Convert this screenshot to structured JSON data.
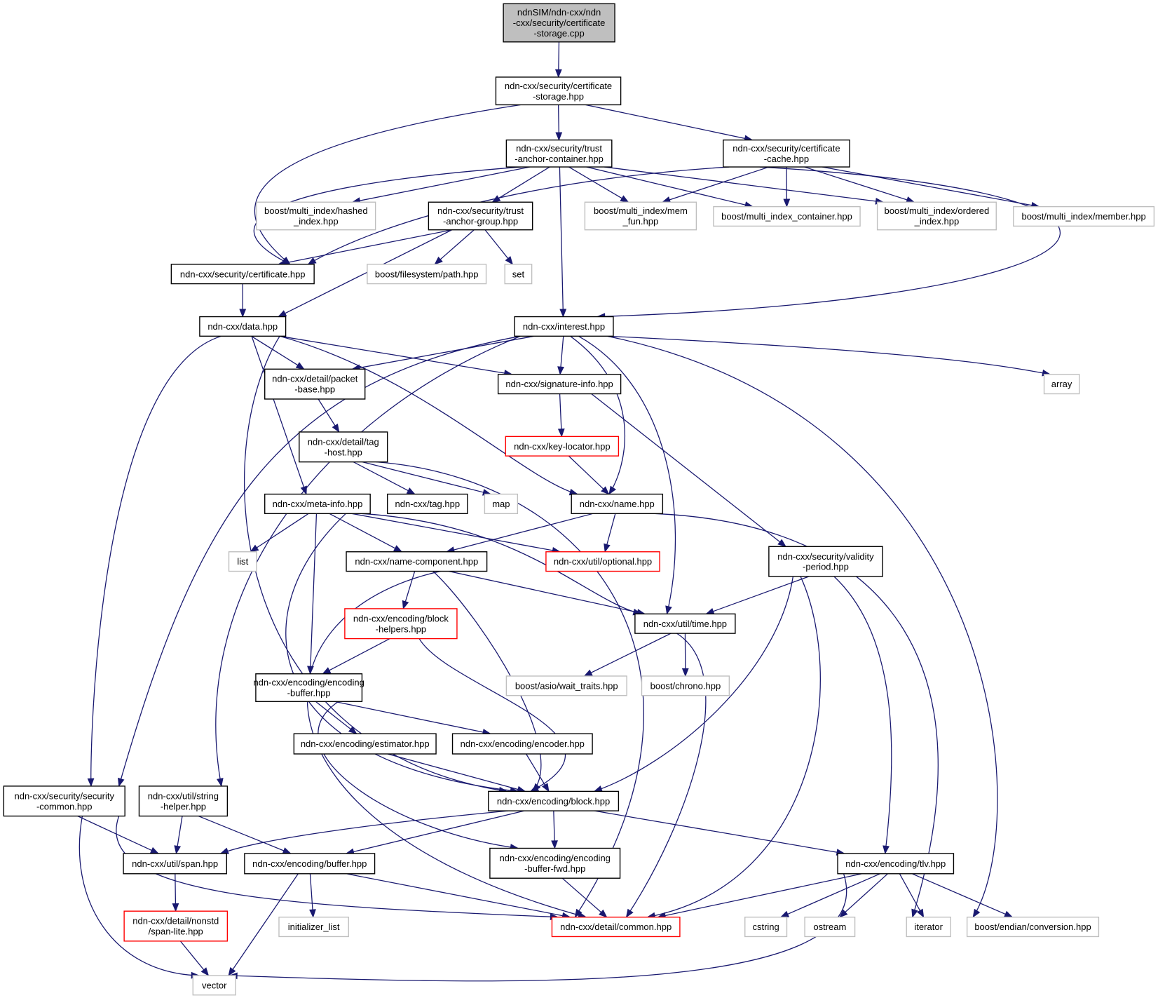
{
  "graph": {
    "kind": "include-dependency-graph",
    "colors": {
      "edge": "#191970",
      "root_fill": "#bfbfbf",
      "root_border": "#000000",
      "documented_border": "#000000",
      "truncated_border": "#ff0000",
      "external_border": "#bfbfbf",
      "node_fill": "#ffffff"
    },
    "nodes": [
      {
        "id": "root",
        "lines": [
          "ndnSIM/ndn-cxx/ndn",
          "-cxx/security/certificate",
          "-storage.cpp"
        ],
        "style": "root"
      },
      {
        "id": "cert_storage_hpp",
        "lines": [
          "ndn-cxx/security/certificate",
          "-storage.hpp"
        ],
        "style": "documented"
      },
      {
        "id": "trust_anchor_container",
        "lines": [
          "ndn-cxx/security/trust",
          "-anchor-container.hpp"
        ],
        "style": "documented"
      },
      {
        "id": "cert_cache",
        "lines": [
          "ndn-cxx/security/certificate",
          "-cache.hpp"
        ],
        "style": "documented"
      },
      {
        "id": "mi_hashed_index",
        "lines": [
          "boost/multi_index/hashed",
          "_index.hpp"
        ],
        "style": "external"
      },
      {
        "id": "trust_anchor_group",
        "lines": [
          "ndn-cxx/security/trust",
          "-anchor-group.hpp"
        ],
        "style": "documented"
      },
      {
        "id": "mi_mem_fun",
        "lines": [
          "boost/multi_index/mem",
          "_fun.hpp"
        ],
        "style": "external"
      },
      {
        "id": "mi_container",
        "lines": [
          "boost/multi_index_container.hpp"
        ],
        "style": "external"
      },
      {
        "id": "mi_ordered_index",
        "lines": [
          "boost/multi_index/ordered",
          "_index.hpp"
        ],
        "style": "external"
      },
      {
        "id": "mi_member",
        "lines": [
          "boost/multi_index/member.hpp"
        ],
        "style": "external"
      },
      {
        "id": "certificate",
        "lines": [
          "ndn-cxx/security/certificate.hpp"
        ],
        "style": "documented"
      },
      {
        "id": "fs_path",
        "lines": [
          "boost/filesystem/path.hpp"
        ],
        "style": "external"
      },
      {
        "id": "set",
        "lines": [
          "set"
        ],
        "style": "external"
      },
      {
        "id": "data",
        "lines": [
          "ndn-cxx/data.hpp"
        ],
        "style": "documented"
      },
      {
        "id": "interest",
        "lines": [
          "ndn-cxx/interest.hpp"
        ],
        "style": "documented"
      },
      {
        "id": "array",
        "lines": [
          "array"
        ],
        "style": "external"
      },
      {
        "id": "packet_base",
        "lines": [
          "ndn-cxx/detail/packet",
          "-base.hpp"
        ],
        "style": "documented"
      },
      {
        "id": "signature_info",
        "lines": [
          "ndn-cxx/signature-info.hpp"
        ],
        "style": "documented"
      },
      {
        "id": "tag_host",
        "lines": [
          "ndn-cxx/detail/tag",
          "-host.hpp"
        ],
        "style": "documented"
      },
      {
        "id": "key_locator",
        "lines": [
          "ndn-cxx/key-locator.hpp"
        ],
        "style": "truncated"
      },
      {
        "id": "meta_info",
        "lines": [
          "ndn-cxx/meta-info.hpp"
        ],
        "style": "documented"
      },
      {
        "id": "tag",
        "lines": [
          "ndn-cxx/tag.hpp"
        ],
        "style": "documented"
      },
      {
        "id": "map",
        "lines": [
          "map"
        ],
        "style": "external"
      },
      {
        "id": "name",
        "lines": [
          "ndn-cxx/name.hpp"
        ],
        "style": "documented"
      },
      {
        "id": "list",
        "lines": [
          "list"
        ],
        "style": "external"
      },
      {
        "id": "name_component",
        "lines": [
          "ndn-cxx/name-component.hpp"
        ],
        "style": "documented"
      },
      {
        "id": "optional",
        "lines": [
          "ndn-cxx/util/optional.hpp"
        ],
        "style": "truncated"
      },
      {
        "id": "validity_period",
        "lines": [
          "ndn-cxx/security/validity",
          "-period.hpp"
        ],
        "style": "documented"
      },
      {
        "id": "block_helpers",
        "lines": [
          "ndn-cxx/encoding/block",
          "-helpers.hpp"
        ],
        "style": "truncated"
      },
      {
        "id": "time",
        "lines": [
          "ndn-cxx/util/time.hpp"
        ],
        "style": "documented"
      },
      {
        "id": "wait_traits",
        "lines": [
          "boost/asio/wait_traits.hpp"
        ],
        "style": "external"
      },
      {
        "id": "chrono",
        "lines": [
          "boost/chrono.hpp"
        ],
        "style": "external"
      },
      {
        "id": "encoding_buffer",
        "lines": [
          "ndn-cxx/encoding/encoding",
          "-buffer.hpp"
        ],
        "style": "documented"
      },
      {
        "id": "estimator",
        "lines": [
          "ndn-cxx/encoding/estimator.hpp"
        ],
        "style": "documented"
      },
      {
        "id": "encoder",
        "lines": [
          "ndn-cxx/encoding/encoder.hpp"
        ],
        "style": "documented"
      },
      {
        "id": "security_common",
        "lines": [
          "ndn-cxx/security/security",
          "-common.hpp"
        ],
        "style": "documented"
      },
      {
        "id": "string_helper",
        "lines": [
          "ndn-cxx/util/string",
          "-helper.hpp"
        ],
        "style": "documented"
      },
      {
        "id": "block",
        "lines": [
          "ndn-cxx/encoding/block.hpp"
        ],
        "style": "documented"
      },
      {
        "id": "span",
        "lines": [
          "ndn-cxx/util/span.hpp"
        ],
        "style": "documented"
      },
      {
        "id": "buffer",
        "lines": [
          "ndn-cxx/encoding/buffer.hpp"
        ],
        "style": "documented"
      },
      {
        "id": "encoding_buffer_fwd",
        "lines": [
          "ndn-cxx/encoding/encoding",
          "-buffer-fwd.hpp"
        ],
        "style": "documented"
      },
      {
        "id": "tlv",
        "lines": [
          "ndn-cxx/encoding/tlv.hpp"
        ],
        "style": "documented"
      },
      {
        "id": "span_lite",
        "lines": [
          "ndn-cxx/detail/nonstd",
          "/span-lite.hpp"
        ],
        "style": "truncated"
      },
      {
        "id": "initializer_list",
        "lines": [
          "initializer_list"
        ],
        "style": "external"
      },
      {
        "id": "common",
        "lines": [
          "ndn-cxx/detail/common.hpp"
        ],
        "style": "truncated"
      },
      {
        "id": "cstring",
        "lines": [
          "cstring"
        ],
        "style": "external"
      },
      {
        "id": "ostream",
        "lines": [
          "ostream"
        ],
        "style": "external"
      },
      {
        "id": "iterator",
        "lines": [
          "iterator"
        ],
        "style": "external"
      },
      {
        "id": "endian_conversion",
        "lines": [
          "boost/endian/conversion.hpp"
        ],
        "style": "external"
      },
      {
        "id": "vector",
        "lines": [
          "vector"
        ],
        "style": "external"
      }
    ],
    "edges": [
      [
        "root",
        "cert_storage_hpp"
      ],
      [
        "cert_storage_hpp",
        "certificate"
      ],
      [
        "cert_storage_hpp",
        "trust_anchor_container"
      ],
      [
        "cert_storage_hpp",
        "cert_cache"
      ],
      [
        "trust_anchor_container",
        "certificate"
      ],
      [
        "trust_anchor_container",
        "mi_hashed_index"
      ],
      [
        "trust_anchor_container",
        "trust_anchor_group"
      ],
      [
        "trust_anchor_container",
        "interest"
      ],
      [
        "trust_anchor_container",
        "mi_mem_fun"
      ],
      [
        "trust_anchor_container",
        "mi_container"
      ],
      [
        "trust_anchor_container",
        "mi_ordered_index"
      ],
      [
        "cert_cache",
        "certificate"
      ],
      [
        "cert_cache",
        "mi_mem_fun"
      ],
      [
        "cert_cache",
        "mi_container"
      ],
      [
        "cert_cache",
        "mi_ordered_index"
      ],
      [
        "cert_cache",
        "mi_member"
      ],
      [
        "cert_cache",
        "interest"
      ],
      [
        "trust_anchor_group",
        "certificate"
      ],
      [
        "trust_anchor_group",
        "data"
      ],
      [
        "trust_anchor_group",
        "fs_path"
      ],
      [
        "trust_anchor_group",
        "set"
      ],
      [
        "certificate",
        "data"
      ],
      [
        "data",
        "security_common"
      ],
      [
        "data",
        "block"
      ],
      [
        "data",
        "meta_info"
      ],
      [
        "data",
        "packet_base"
      ],
      [
        "data",
        "signature_info"
      ],
      [
        "data",
        "name"
      ],
      [
        "interest",
        "packet_base"
      ],
      [
        "interest",
        "security_common"
      ],
      [
        "interest",
        "string_helper"
      ],
      [
        "interest",
        "signature_info"
      ],
      [
        "interest",
        "name"
      ],
      [
        "interest",
        "time"
      ],
      [
        "interest",
        "array"
      ],
      [
        "interest",
        "endian_conversion"
      ],
      [
        "packet_base",
        "tag_host"
      ],
      [
        "signature_info",
        "key_locator"
      ],
      [
        "signature_info",
        "validity_period"
      ],
      [
        "tag_host",
        "tag"
      ],
      [
        "tag_host",
        "map"
      ],
      [
        "tag_host",
        "common"
      ],
      [
        "key_locator",
        "name"
      ],
      [
        "meta_info",
        "list"
      ],
      [
        "meta_info",
        "name_component"
      ],
      [
        "meta_info",
        "optional"
      ],
      [
        "meta_info",
        "time"
      ],
      [
        "meta_info",
        "encoding_buffer"
      ],
      [
        "meta_info",
        "block"
      ],
      [
        "name",
        "name_component"
      ],
      [
        "name",
        "optional"
      ],
      [
        "name",
        "iterator"
      ],
      [
        "name_component",
        "block_helpers"
      ],
      [
        "name_component",
        "time"
      ],
      [
        "name_component",
        "block"
      ],
      [
        "name_component",
        "common"
      ],
      [
        "validity_period",
        "time"
      ],
      [
        "validity_period",
        "block"
      ],
      [
        "validity_period",
        "tlv"
      ],
      [
        "validity_period",
        "common"
      ],
      [
        "block_helpers",
        "encoding_buffer"
      ],
      [
        "block_helpers",
        "block"
      ],
      [
        "time",
        "wait_traits"
      ],
      [
        "time",
        "chrono"
      ],
      [
        "time",
        "common"
      ],
      [
        "encoding_buffer",
        "estimator"
      ],
      [
        "encoding_buffer",
        "encoder"
      ],
      [
        "encoding_buffer",
        "encoding_buffer_fwd"
      ],
      [
        "estimator",
        "block"
      ],
      [
        "encoder",
        "block"
      ],
      [
        "security_common",
        "span"
      ],
      [
        "security_common",
        "common"
      ],
      [
        "security_common",
        "vector"
      ],
      [
        "string_helper",
        "span"
      ],
      [
        "string_helper",
        "buffer"
      ],
      [
        "block",
        "span"
      ],
      [
        "block",
        "buffer"
      ],
      [
        "block",
        "encoding_buffer_fwd"
      ],
      [
        "block",
        "tlv"
      ],
      [
        "span",
        "span_lite"
      ],
      [
        "span_lite",
        "vector"
      ],
      [
        "buffer",
        "initializer_list"
      ],
      [
        "buffer",
        "vector"
      ],
      [
        "buffer",
        "common"
      ],
      [
        "encoding_buffer_fwd",
        "common"
      ],
      [
        "tlv",
        "common"
      ],
      [
        "tlv",
        "cstring"
      ],
      [
        "tlv",
        "ostream"
      ],
      [
        "tlv",
        "iterator"
      ],
      [
        "tlv",
        "endian_conversion"
      ],
      [
        "tlv",
        "vector"
      ]
    ]
  }
}
